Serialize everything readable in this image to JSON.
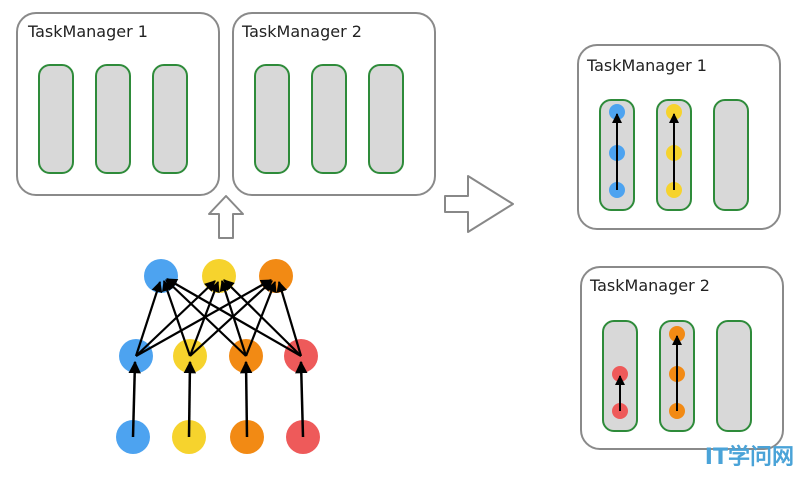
{
  "tm_left_1": {
    "title": "TaskManager 1"
  },
  "tm_left_2": {
    "title": "TaskManager 2"
  },
  "tm_right_1": {
    "title": "TaskManager 1"
  },
  "tm_right_2": {
    "title": "TaskManager 2"
  },
  "watermark": "IT学问网",
  "colors": {
    "blue": "#4da3f0",
    "yellow": "#f6d32d",
    "orange": "#f28a14",
    "red": "#ee5a5a",
    "slot_fill": "#d8d8d8",
    "slot_border": "#2e8b3a",
    "box_border": "#8a8a8a"
  }
}
